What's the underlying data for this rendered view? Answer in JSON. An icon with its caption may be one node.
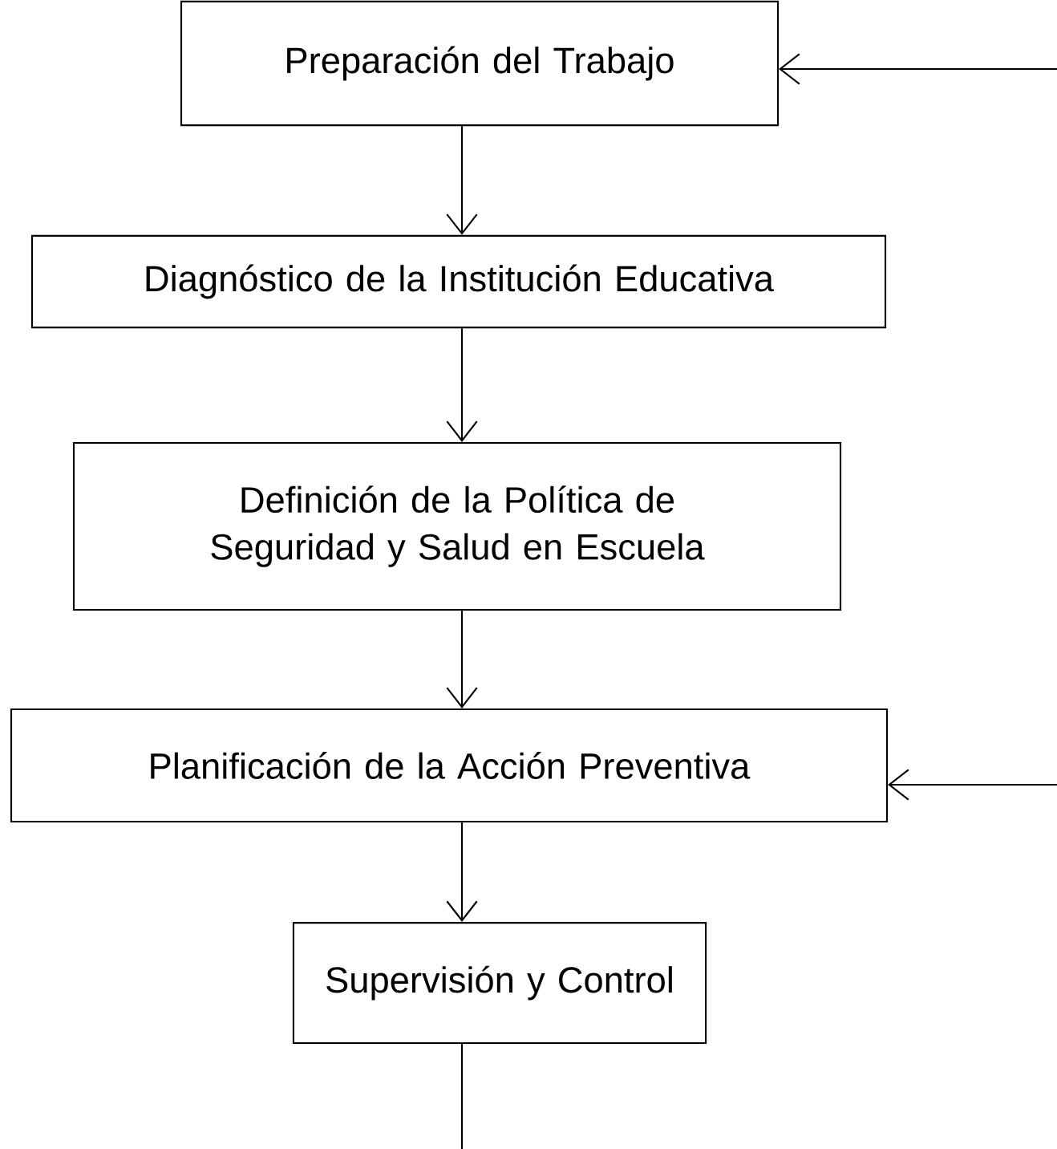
{
  "diagram": {
    "nodes": [
      {
        "text": [
          "Preparación del Trabajo"
        ]
      },
      {
        "text": [
          "Diagnóstico de la Institución Educativa"
        ]
      },
      {
        "text": [
          "Definición de la Política de Seguridad y Salud en Escuela"
        ]
      },
      {
        "text": [
          "Planificación de la Acción Preventiva"
        ]
      },
      {
        "text": [
          "Supervisión y Control"
        ]
      }
    ],
    "edges": [
      {
        "from": 0,
        "to": 1,
        "arrow": "to"
      },
      {
        "from": 1,
        "to": 2,
        "arrow": "to"
      },
      {
        "from": 2,
        "to": 3,
        "arrow": "to"
      },
      {
        "from": 3,
        "to": 4,
        "arrow": "to"
      },
      {
        "from": null,
        "to": 0,
        "arrow": "to"
      },
      {
        "from": null,
        "to": 3,
        "arrow": "to"
      },
      {
        "from": 4,
        "to": null,
        "arrow": "none"
      }
    ]
  }
}
